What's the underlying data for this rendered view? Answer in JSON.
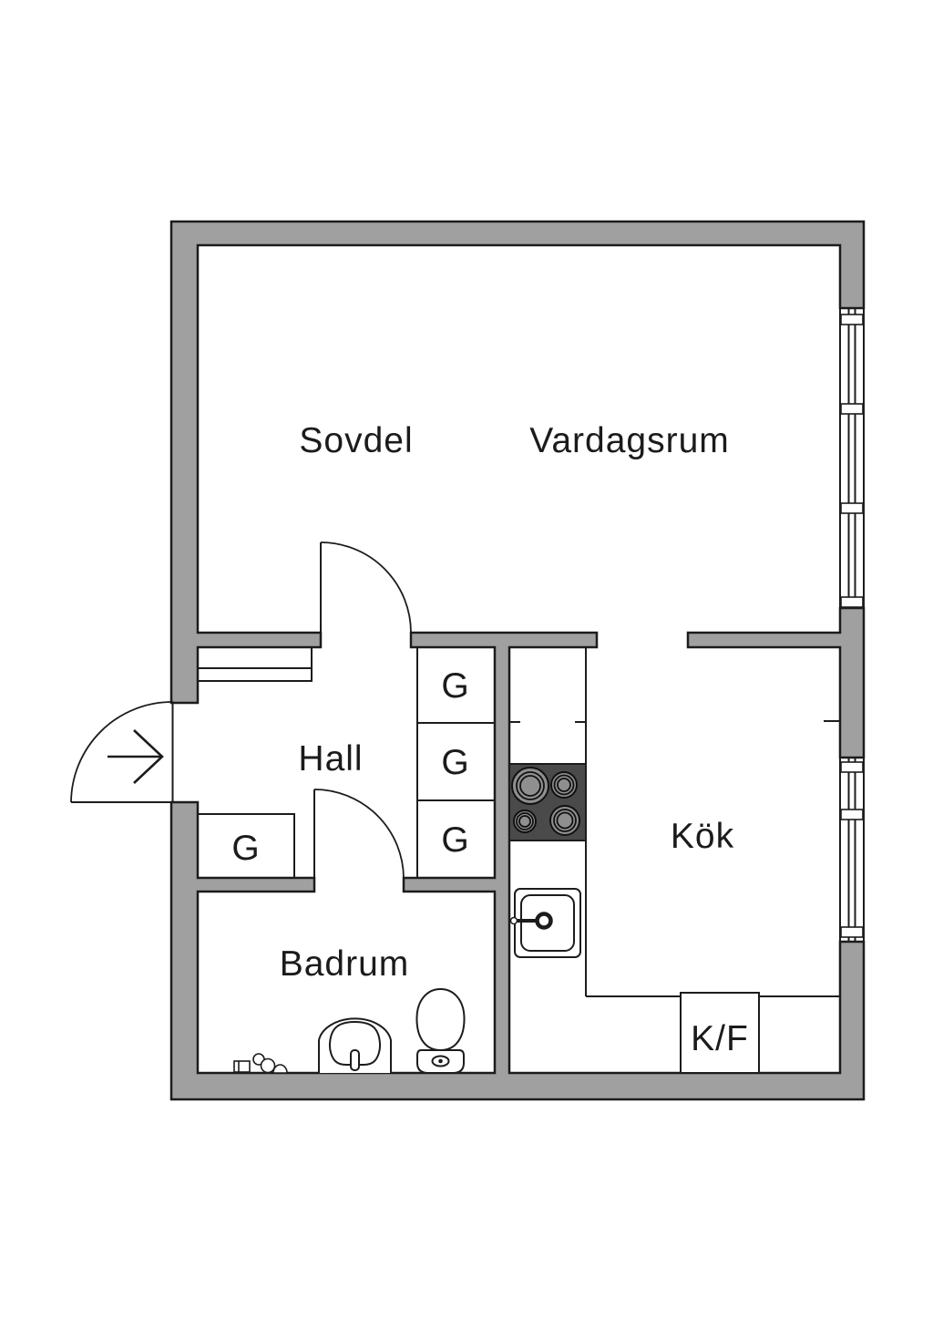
{
  "rooms": {
    "sovdel": "Sovdel",
    "vardagsrum": "Vardagsrum",
    "hall": "Hall",
    "badrum": "Badrum",
    "kok": "Kök"
  },
  "labels": {
    "closet": "G",
    "fridge_freezer": "K/F"
  },
  "icons": {
    "entry": "entry-arrow-icon",
    "stove": "stove-hob-icon",
    "sink": "kitchen-sink-icon",
    "toilet": "toilet-icon",
    "washbasin": "washbasin-icon",
    "windows": "window-icon"
  },
  "colors": {
    "wall": "#a0a0a0",
    "line": "#1c1c1c",
    "stove": "#4a4a4a",
    "burner": "#8f8f8f",
    "background": "#ffffff"
  }
}
